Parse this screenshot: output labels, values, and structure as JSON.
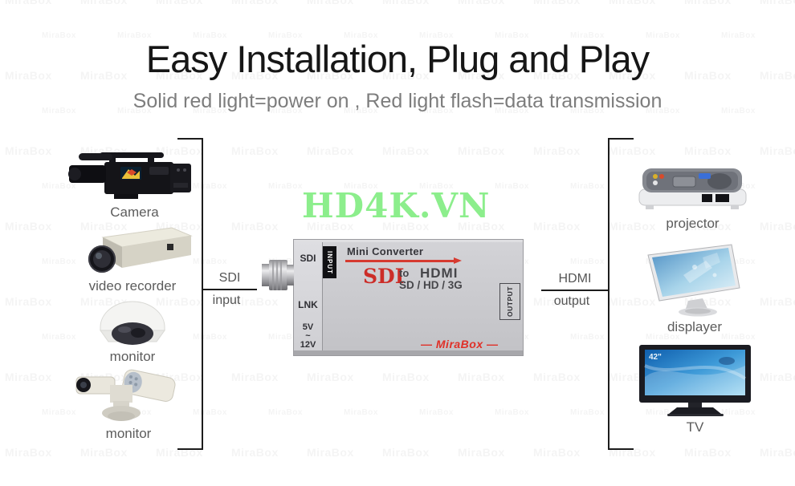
{
  "header": {
    "title": "Easy Installation, Plug and Play",
    "subtitle": "Solid red light=power on , Red light flash=data transmission"
  },
  "watermark": {
    "brand": "MiraBox"
  },
  "overlay": {
    "site": "HD4K.VN"
  },
  "converter": {
    "product_title": "Mini Converter",
    "signal_from": "SDI",
    "connector_word": "to",
    "signal_to": "HDMI",
    "formats": "SD / HD / 3G",
    "brand": "MiraBox",
    "input_label": "INPUT",
    "output_label": "OUTPUT",
    "side_port_top": "SDI",
    "side_port_mid": "LNK",
    "power_v1": "5V",
    "power_tilde": "~",
    "power_v2": "12V"
  },
  "source_side": {
    "devices": [
      {
        "label": "Camera"
      },
      {
        "label": "video recorder"
      },
      {
        "label": "monitor"
      },
      {
        "label": "monitor"
      }
    ],
    "connection_signal": "SDI",
    "connection_direction": "input"
  },
  "output_side": {
    "devices": [
      {
        "label": "projector"
      },
      {
        "label": "displayer"
      },
      {
        "label": "TV"
      }
    ],
    "tv_size_badge": "42\"",
    "connection_signal": "HDMI",
    "connection_direction": "output"
  },
  "colors": {
    "accent_red": "#d63a30",
    "brand_green": "#8cee8c",
    "body_gray": "#c9c9cd"
  }
}
